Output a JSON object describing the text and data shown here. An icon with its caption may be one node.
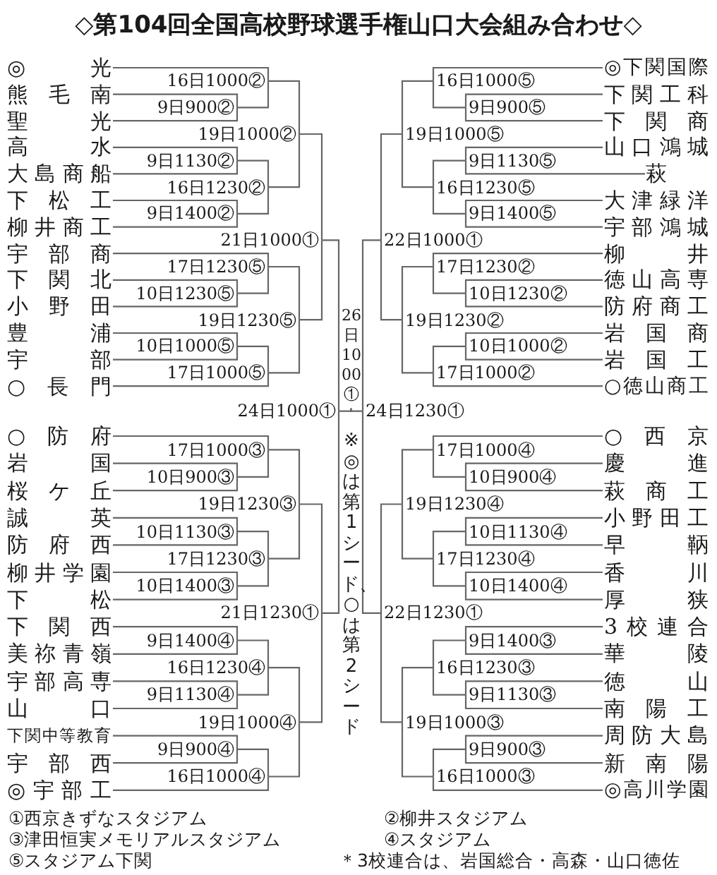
{
  "diagram": {
    "title": "◇第104回全国高校野球選手権山口大会組み合わせ◇",
    "nodes": [
      {
        "text": [
          "◎光"
        ]
      },
      {
        "text": [
          "熊毛南"
        ]
      },
      {
        "text": [
          "聖光"
        ]
      },
      {
        "text": [
          "高水"
        ]
      },
      {
        "text": [
          "大島商船"
        ]
      },
      {
        "text": [
          "下松工"
        ]
      },
      {
        "text": [
          "柳井商工"
        ]
      },
      {
        "text": [
          "宇部商"
        ]
      },
      {
        "text": [
          "下関北"
        ]
      },
      {
        "text": [
          "小野田"
        ]
      },
      {
        "text": [
          "豊浦"
        ]
      },
      {
        "text": [
          "宇部"
        ]
      },
      {
        "text": [
          "○長門"
        ]
      },
      {
        "text": [
          "○防府"
        ]
      },
      {
        "text": [
          "岩国"
        ]
      },
      {
        "text": [
          "桜ケ丘"
        ]
      },
      {
        "text": [
          "誠英"
        ]
      },
      {
        "text": [
          "防府西"
        ]
      },
      {
        "text": [
          "柳井学園"
        ]
      },
      {
        "text": [
          "下松"
        ]
      },
      {
        "text": [
          "下関西"
        ]
      },
      {
        "text": [
          "美祢青嶺"
        ]
      },
      {
        "text": [
          "宇部高専"
        ]
      },
      {
        "text": [
          "山口"
        ]
      },
      {
        "text": [
          "下関中等教育"
        ]
      },
      {
        "text": [
          "宇部西"
        ]
      },
      {
        "text": [
          "◎宇部工"
        ]
      },
      {
        "text": [
          "◎下関国際"
        ]
      },
      {
        "text": [
          "下関工科"
        ]
      },
      {
        "text": [
          "下関商"
        ]
      },
      {
        "text": [
          "山口鴻城"
        ]
      },
      {
        "text": [
          "萩"
        ]
      },
      {
        "text": [
          "大津緑洋"
        ]
      },
      {
        "text": [
          "宇部鴻城"
        ]
      },
      {
        "text": [
          "柳井"
        ]
      },
      {
        "text": [
          "徳山高専"
        ]
      },
      {
        "text": [
          "防府商工"
        ]
      },
      {
        "text": [
          "岩国商"
        ]
      },
      {
        "text": [
          "岩国工"
        ]
      },
      {
        "text": [
          "○徳山商工"
        ]
      },
      {
        "text": [
          "○西京"
        ]
      },
      {
        "text": [
          "慶進"
        ]
      },
      {
        "text": [
          "萩商工"
        ]
      },
      {
        "text": [
          "小野田工"
        ]
      },
      {
        "text": [
          "早鞆"
        ]
      },
      {
        "text": [
          "香川"
        ]
      },
      {
        "text": [
          "厚狭"
        ]
      },
      {
        "text": [
          "3校連合"
        ]
      },
      {
        "text": [
          "華陵"
        ]
      },
      {
        "text": [
          "徳山"
        ]
      },
      {
        "text": [
          "南陽工"
        ]
      },
      {
        "text": [
          "周防大島"
        ]
      },
      {
        "text": [
          "新南陽"
        ]
      },
      {
        "text": [
          "◎高川学園"
        ]
      },
      {
        "text": [
          "9日900②"
        ]
      },
      {
        "text": [
          "16日1000②"
        ]
      },
      {
        "text": [
          "9日1130②"
        ]
      },
      {
        "text": [
          "9日1400②"
        ]
      },
      {
        "text": [
          "16日1230②"
        ]
      },
      {
        "text": [
          "19日1000②"
        ]
      },
      {
        "text": [
          "10日1230⑤"
        ]
      },
      {
        "text": [
          "17日1230⑤"
        ]
      },
      {
        "text": [
          "10日1000⑤"
        ]
      },
      {
        "text": [
          "17日1000⑤"
        ]
      },
      {
        "text": [
          "19日1230⑤"
        ]
      },
      {
        "text": [
          "21日1000①"
        ]
      },
      {
        "text": [
          "10日900③"
        ]
      },
      {
        "text": [
          "17日1000③"
        ]
      },
      {
        "text": [
          "10日1130③"
        ]
      },
      {
        "text": [
          "10日1400③"
        ]
      },
      {
        "text": [
          "17日1230③"
        ]
      },
      {
        "text": [
          "19日1230③"
        ]
      },
      {
        "text": [
          "9日1400④"
        ]
      },
      {
        "text": [
          "9日1130④"
        ]
      },
      {
        "text": [
          "16日1230④"
        ]
      },
      {
        "text": [
          "9日900④"
        ]
      },
      {
        "text": [
          "16日1000④"
        ]
      },
      {
        "text": [
          "19日1000④"
        ]
      },
      {
        "text": [
          "21日1230①"
        ]
      },
      {
        "text": [
          "24日1000①"
        ]
      },
      {
        "text": [
          "9日900⑤"
        ]
      },
      {
        "text": [
          "16日1000⑤"
        ]
      },
      {
        "text": [
          "9日1130⑤"
        ]
      },
      {
        "text": [
          "9日1400⑤"
        ]
      },
      {
        "text": [
          "16日1230⑤"
        ]
      },
      {
        "text": [
          "19日1000⑤"
        ]
      },
      {
        "text": [
          "10日1230②"
        ]
      },
      {
        "text": [
          "17日1230②"
        ]
      },
      {
        "text": [
          "10日1000②"
        ]
      },
      {
        "text": [
          "17日1000②"
        ]
      },
      {
        "text": [
          "19日1230②"
        ]
      },
      {
        "text": [
          "22日1000①"
        ]
      },
      {
        "text": [
          "10日900④"
        ]
      },
      {
        "text": [
          "17日1000④"
        ]
      },
      {
        "text": [
          "10日1130④"
        ]
      },
      {
        "text": [
          "10日1400④"
        ]
      },
      {
        "text": [
          "17日1230④"
        ]
      },
      {
        "text": [
          "19日1230④"
        ]
      },
      {
        "text": [
          "9日1400③"
        ]
      },
      {
        "text": [
          "9日1130③"
        ]
      },
      {
        "text": [
          "16日1230③"
        ]
      },
      {
        "text": [
          "9日900③"
        ]
      },
      {
        "text": [
          "16日1000③"
        ]
      },
      {
        "text": [
          "19日1000③"
        ]
      },
      {
        "text": [
          "22日1230①"
        ]
      },
      {
        "text": [
          "24日1230①"
        ]
      },
      {
        "text": [
          "26日1000①"
        ]
      }
    ],
    "edges": [
      {
        "from": 1,
        "to": 54,
        "arrow": "none"
      },
      {
        "from": 2,
        "to": 54,
        "arrow": "none"
      },
      {
        "from": 0,
        "to": 55,
        "arrow": "none"
      },
      {
        "from": 54,
        "to": 55,
        "arrow": "none"
      },
      {
        "from": 3,
        "to": 56,
        "arrow": "none"
      },
      {
        "from": 4,
        "to": 56,
        "arrow": "none"
      },
      {
        "from": 5,
        "to": 57,
        "arrow": "none"
      },
      {
        "from": 6,
        "to": 57,
        "arrow": "none"
      },
      {
        "from": 56,
        "to": 58,
        "arrow": "none"
      },
      {
        "from": 57,
        "to": 58,
        "arrow": "none"
      },
      {
        "from": 55,
        "to": 59,
        "arrow": "none"
      },
      {
        "from": 58,
        "to": 59,
        "arrow": "none"
      },
      {
        "from": 8,
        "to": 60,
        "arrow": "none"
      },
      {
        "from": 9,
        "to": 60,
        "arrow": "none"
      },
      {
        "from": 7,
        "to": 61,
        "arrow": "none"
      },
      {
        "from": 60,
        "to": 61,
        "arrow": "none"
      },
      {
        "from": 10,
        "to": 62,
        "arrow": "none"
      },
      {
        "from": 11,
        "to": 62,
        "arrow": "none"
      },
      {
        "from": 62,
        "to": 63,
        "arrow": "none"
      },
      {
        "from": 12,
        "to": 63,
        "arrow": "none"
      },
      {
        "from": 61,
        "to": 64,
        "arrow": "none"
      },
      {
        "from": 63,
        "to": 64,
        "arrow": "none"
      },
      {
        "from": 59,
        "to": 65,
        "arrow": "none"
      },
      {
        "from": 64,
        "to": 65,
        "arrow": "none"
      },
      {
        "from": 14,
        "to": 66,
        "arrow": "none"
      },
      {
        "from": 15,
        "to": 66,
        "arrow": "none"
      },
      {
        "from": 13,
        "to": 67,
        "arrow": "none"
      },
      {
        "from": 66,
        "to": 67,
        "arrow": "none"
      },
      {
        "from": 16,
        "to": 68,
        "arrow": "none"
      },
      {
        "from": 17,
        "to": 68,
        "arrow": "none"
      },
      {
        "from": 18,
        "to": 69,
        "arrow": "none"
      },
      {
        "from": 19,
        "to": 69,
        "arrow": "none"
      },
      {
        "from": 68,
        "to": 70,
        "arrow": "none"
      },
      {
        "from": 69,
        "to": 70,
        "arrow": "none"
      },
      {
        "from": 67,
        "to": 71,
        "arrow": "none"
      },
      {
        "from": 70,
        "to": 71,
        "arrow": "none"
      },
      {
        "from": 20,
        "to": 72,
        "arrow": "none"
      },
      {
        "from": 21,
        "to": 72,
        "arrow": "none"
      },
      {
        "from": 22,
        "to": 73,
        "arrow": "none"
      },
      {
        "from": 23,
        "to": 73,
        "arrow": "none"
      },
      {
        "from": 72,
        "to": 74,
        "arrow": "none"
      },
      {
        "from": 73,
        "to": 74,
        "arrow": "none"
      },
      {
        "from": 24,
        "to": 75,
        "arrow": "none"
      },
      {
        "from": 25,
        "to": 75,
        "arrow": "none"
      },
      {
        "from": 75,
        "to": 76,
        "arrow": "none"
      },
      {
        "from": 26,
        "to": 76,
        "arrow": "none"
      },
      {
        "from": 74,
        "to": 77,
        "arrow": "none"
      },
      {
        "from": 76,
        "to": 77,
        "arrow": "none"
      },
      {
        "from": 71,
        "to": 78,
        "arrow": "none"
      },
      {
        "from": 77,
        "to": 78,
        "arrow": "none"
      },
      {
        "from": 65,
        "to": 79,
        "arrow": "none"
      },
      {
        "from": 78,
        "to": 79,
        "arrow": "none"
      },
      {
        "from": 28,
        "to": 80,
        "arrow": "none"
      },
      {
        "from": 29,
        "to": 80,
        "arrow": "none"
      },
      {
        "from": 27,
        "to": 81,
        "arrow": "none"
      },
      {
        "from": 80,
        "to": 81,
        "arrow": "none"
      },
      {
        "from": 30,
        "to": 82,
        "arrow": "none"
      },
      {
        "from": 31,
        "to": 82,
        "arrow": "none"
      },
      {
        "from": 32,
        "to": 83,
        "arrow": "none"
      },
      {
        "from": 33,
        "to": 83,
        "arrow": "none"
      },
      {
        "from": 82,
        "to": 84,
        "arrow": "none"
      },
      {
        "from": 83,
        "to": 84,
        "arrow": "none"
      },
      {
        "from": 81,
        "to": 85,
        "arrow": "none"
      },
      {
        "from": 84,
        "to": 85,
        "arrow": "none"
      },
      {
        "from": 35,
        "to": 86,
        "arrow": "none"
      },
      {
        "from": 36,
        "to": 86,
        "arrow": "none"
      },
      {
        "from": 34,
        "to": 87,
        "arrow": "none"
      },
      {
        "from": 86,
        "to": 87,
        "arrow": "none"
      },
      {
        "from": 37,
        "to": 88,
        "arrow": "none"
      },
      {
        "from": 38,
        "to": 88,
        "arrow": "none"
      },
      {
        "from": 88,
        "to": 89,
        "arrow": "none"
      },
      {
        "from": 39,
        "to": 89,
        "arrow": "none"
      },
      {
        "from": 87,
        "to": 90,
        "arrow": "none"
      },
      {
        "from": 89,
        "to": 90,
        "arrow": "none"
      },
      {
        "from": 85,
        "to": 91,
        "arrow": "none"
      },
      {
        "from": 90,
        "to": 91,
        "arrow": "none"
      },
      {
        "from": 41,
        "to": 92,
        "arrow": "none"
      },
      {
        "from": 42,
        "to": 92,
        "arrow": "none"
      },
      {
        "from": 40,
        "to": 93,
        "arrow": "none"
      },
      {
        "from": 92,
        "to": 93,
        "arrow": "none"
      },
      {
        "from": 43,
        "to": 94,
        "arrow": "none"
      },
      {
        "from": 44,
        "to": 94,
        "arrow": "none"
      },
      {
        "from": 45,
        "to": 95,
        "arrow": "none"
      },
      {
        "from": 46,
        "to": 95,
        "arrow": "none"
      },
      {
        "from": 94,
        "to": 96,
        "arrow": "none"
      },
      {
        "from": 95,
        "to": 96,
        "arrow": "none"
      },
      {
        "from": 93,
        "to": 97,
        "arrow": "none"
      },
      {
        "from": 96,
        "to": 97,
        "arrow": "none"
      },
      {
        "from": 47,
        "to": 98,
        "arrow": "none"
      },
      {
        "from": 48,
        "to": 98,
        "arrow": "none"
      },
      {
        "from": 49,
        "to": 99,
        "arrow": "none"
      },
      {
        "from": 50,
        "to": 99,
        "arrow": "none"
      },
      {
        "from": 98,
        "to": 100,
        "arrow": "none"
      },
      {
        "from": 99,
        "to": 100,
        "arrow": "none"
      },
      {
        "from": 51,
        "to": 101,
        "arrow": "none"
      },
      {
        "from": 52,
        "to": 101,
        "arrow": "none"
      },
      {
        "from": 101,
        "to": 102,
        "arrow": "none"
      },
      {
        "from": 53,
        "to": 102,
        "arrow": "none"
      },
      {
        "from": 100,
        "to": 103,
        "arrow": "none"
      },
      {
        "from": 102,
        "to": 103,
        "arrow": "none"
      },
      {
        "from": 97,
        "to": 104,
        "arrow": "none"
      },
      {
        "from": 103,
        "to": 104,
        "arrow": "none"
      },
      {
        "from": 91,
        "to": 105,
        "arrow": "none"
      },
      {
        "from": 104,
        "to": 105,
        "arrow": "none"
      },
      {
        "from": 79,
        "to": 106,
        "arrow": "none"
      },
      {
        "from": 105,
        "to": 106,
        "arrow": "none"
      }
    ],
    "labels": [
      "※◎は第1シード、○は第2シード",
      "①西京きずなスタジアム",
      "②柳井スタジアム",
      "③津田恒実メモリアルスタジアム",
      "④スタジアム",
      "⑤スタジアム下関",
      "＊3校連合は、岩国総合・高森・山口徳佐"
    ]
  }
}
